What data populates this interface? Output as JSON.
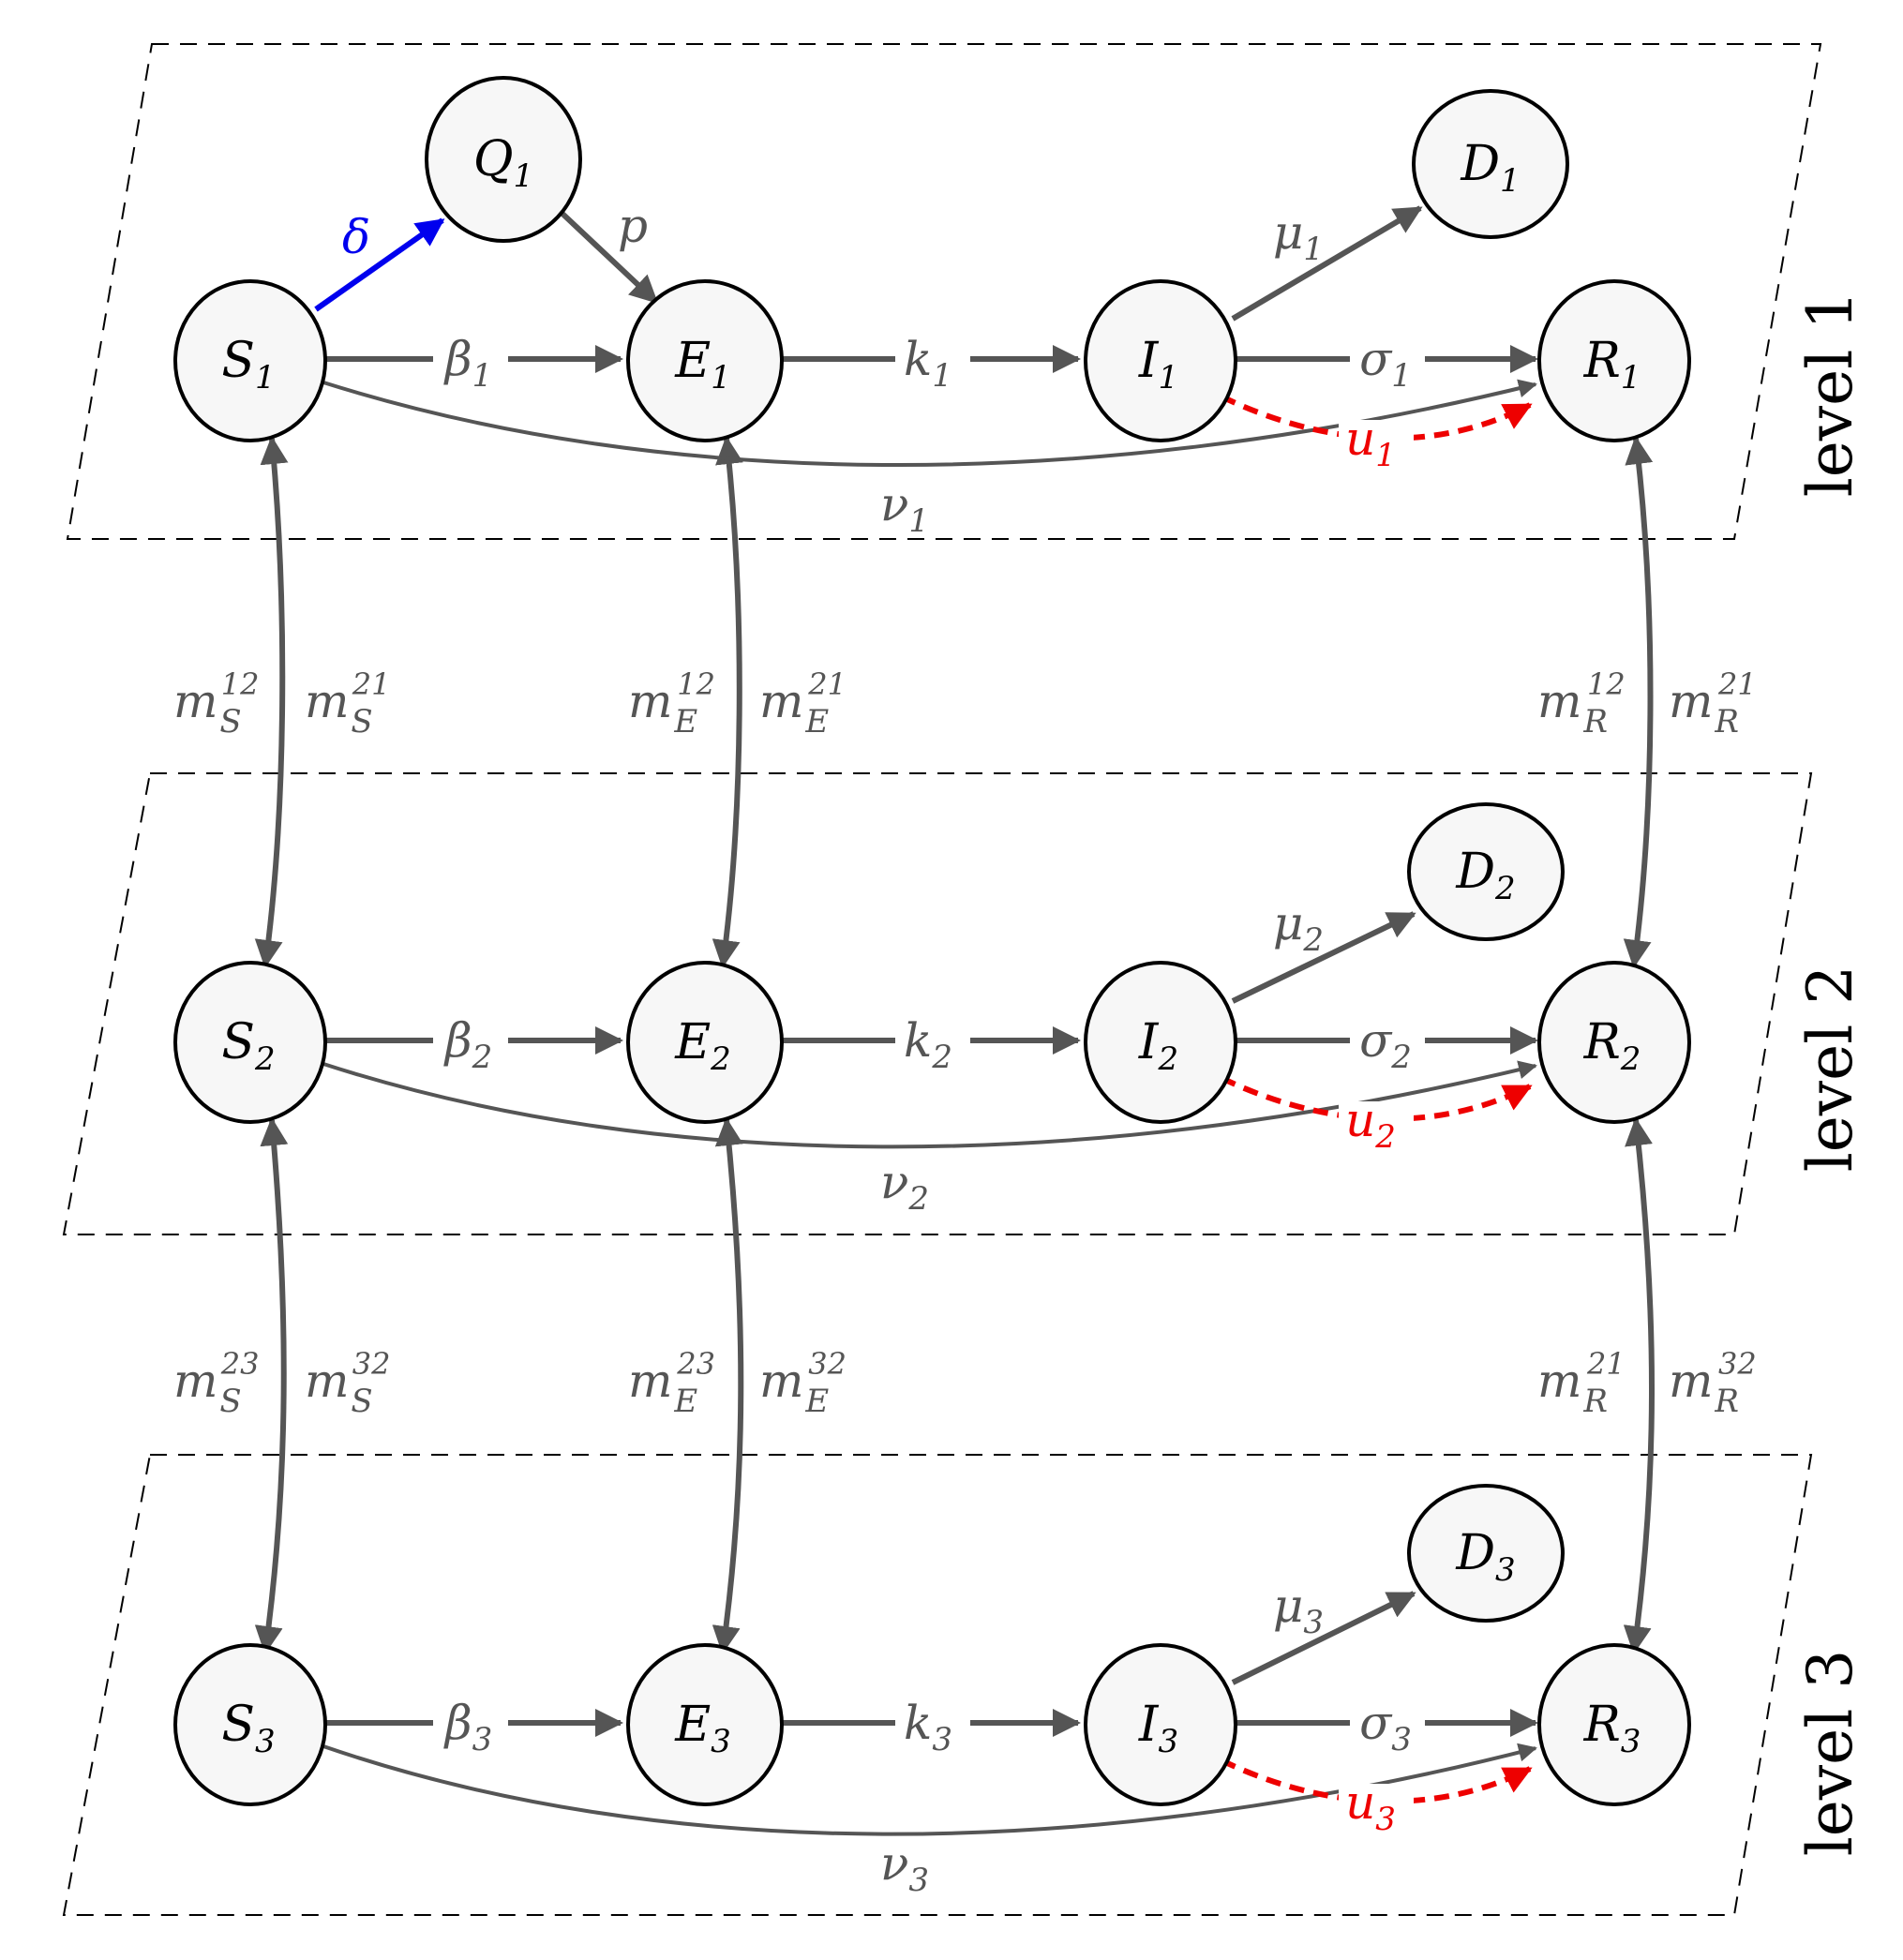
{
  "levels": [
    {
      "label": "level 1",
      "nodes": {
        "S": "S1",
        "E": "E1",
        "I": "I1",
        "R": "R1",
        "D": "D1",
        "Q": "Q1"
      },
      "edges": {
        "beta": "β1",
        "k": "k1",
        "sigma": "σ1",
        "mu": "μ1",
        "nu": "ν1",
        "u": "u1",
        "delta": "δ",
        "p": "p"
      }
    },
    {
      "label": "level 2",
      "nodes": {
        "S": "S2",
        "E": "E2",
        "I": "I2",
        "R": "R2",
        "D": "D2"
      },
      "edges": {
        "beta": "β2",
        "k": "k2",
        "sigma": "σ2",
        "mu": "μ2",
        "nu": "ν2",
        "u": "u2"
      }
    },
    {
      "label": "level 3",
      "nodes": {
        "S": "S3",
        "E": "E3",
        "I": "I3",
        "R": "R3",
        "D": "D3"
      },
      "edges": {
        "beta": "β3",
        "k": "k3",
        "sigma": "σ3",
        "mu": "μ3",
        "nu": "ν3",
        "u": "u3"
      }
    }
  ],
  "migration": [
    {
      "S": [
        "mS12",
        "mS21"
      ],
      "E": [
        "mE12",
        "mE21"
      ],
      "R": [
        "mR12",
        "mR21"
      ]
    },
    {
      "S": [
        "mS23",
        "mS32"
      ],
      "E": [
        "mE23",
        "mE32"
      ],
      "R": [
        "mR21",
        "mR32"
      ]
    }
  ],
  "colors": {
    "edge": "#555555",
    "quarantine": "#0000ee",
    "control": "#ee0000",
    "node_fill": "#f7f7f7"
  }
}
